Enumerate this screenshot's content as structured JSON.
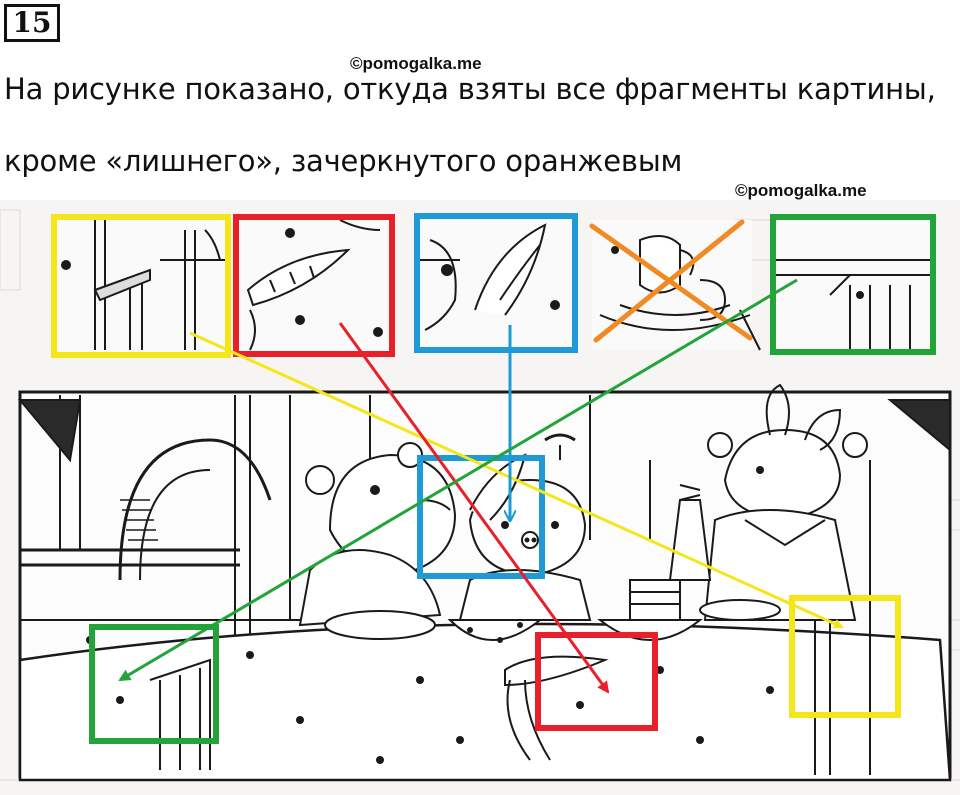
{
  "task_number": "15",
  "watermarks": [
    "©pomogalka.me",
    "©pomogalka.me"
  ],
  "text": {
    "line1": "На рисунке показано, откуда взяты все фрагменты картины,",
    "line2": "кроме «лишнего», зачеркнутого оранжевым"
  },
  "colors": {
    "yellow": "#f5e61a",
    "red": "#e8202a",
    "blue": "#1e9ad6",
    "orange": "#f08a24",
    "green": "#22a43a",
    "ink": "#1a1a1a",
    "paper": "#fafafa"
  }
}
